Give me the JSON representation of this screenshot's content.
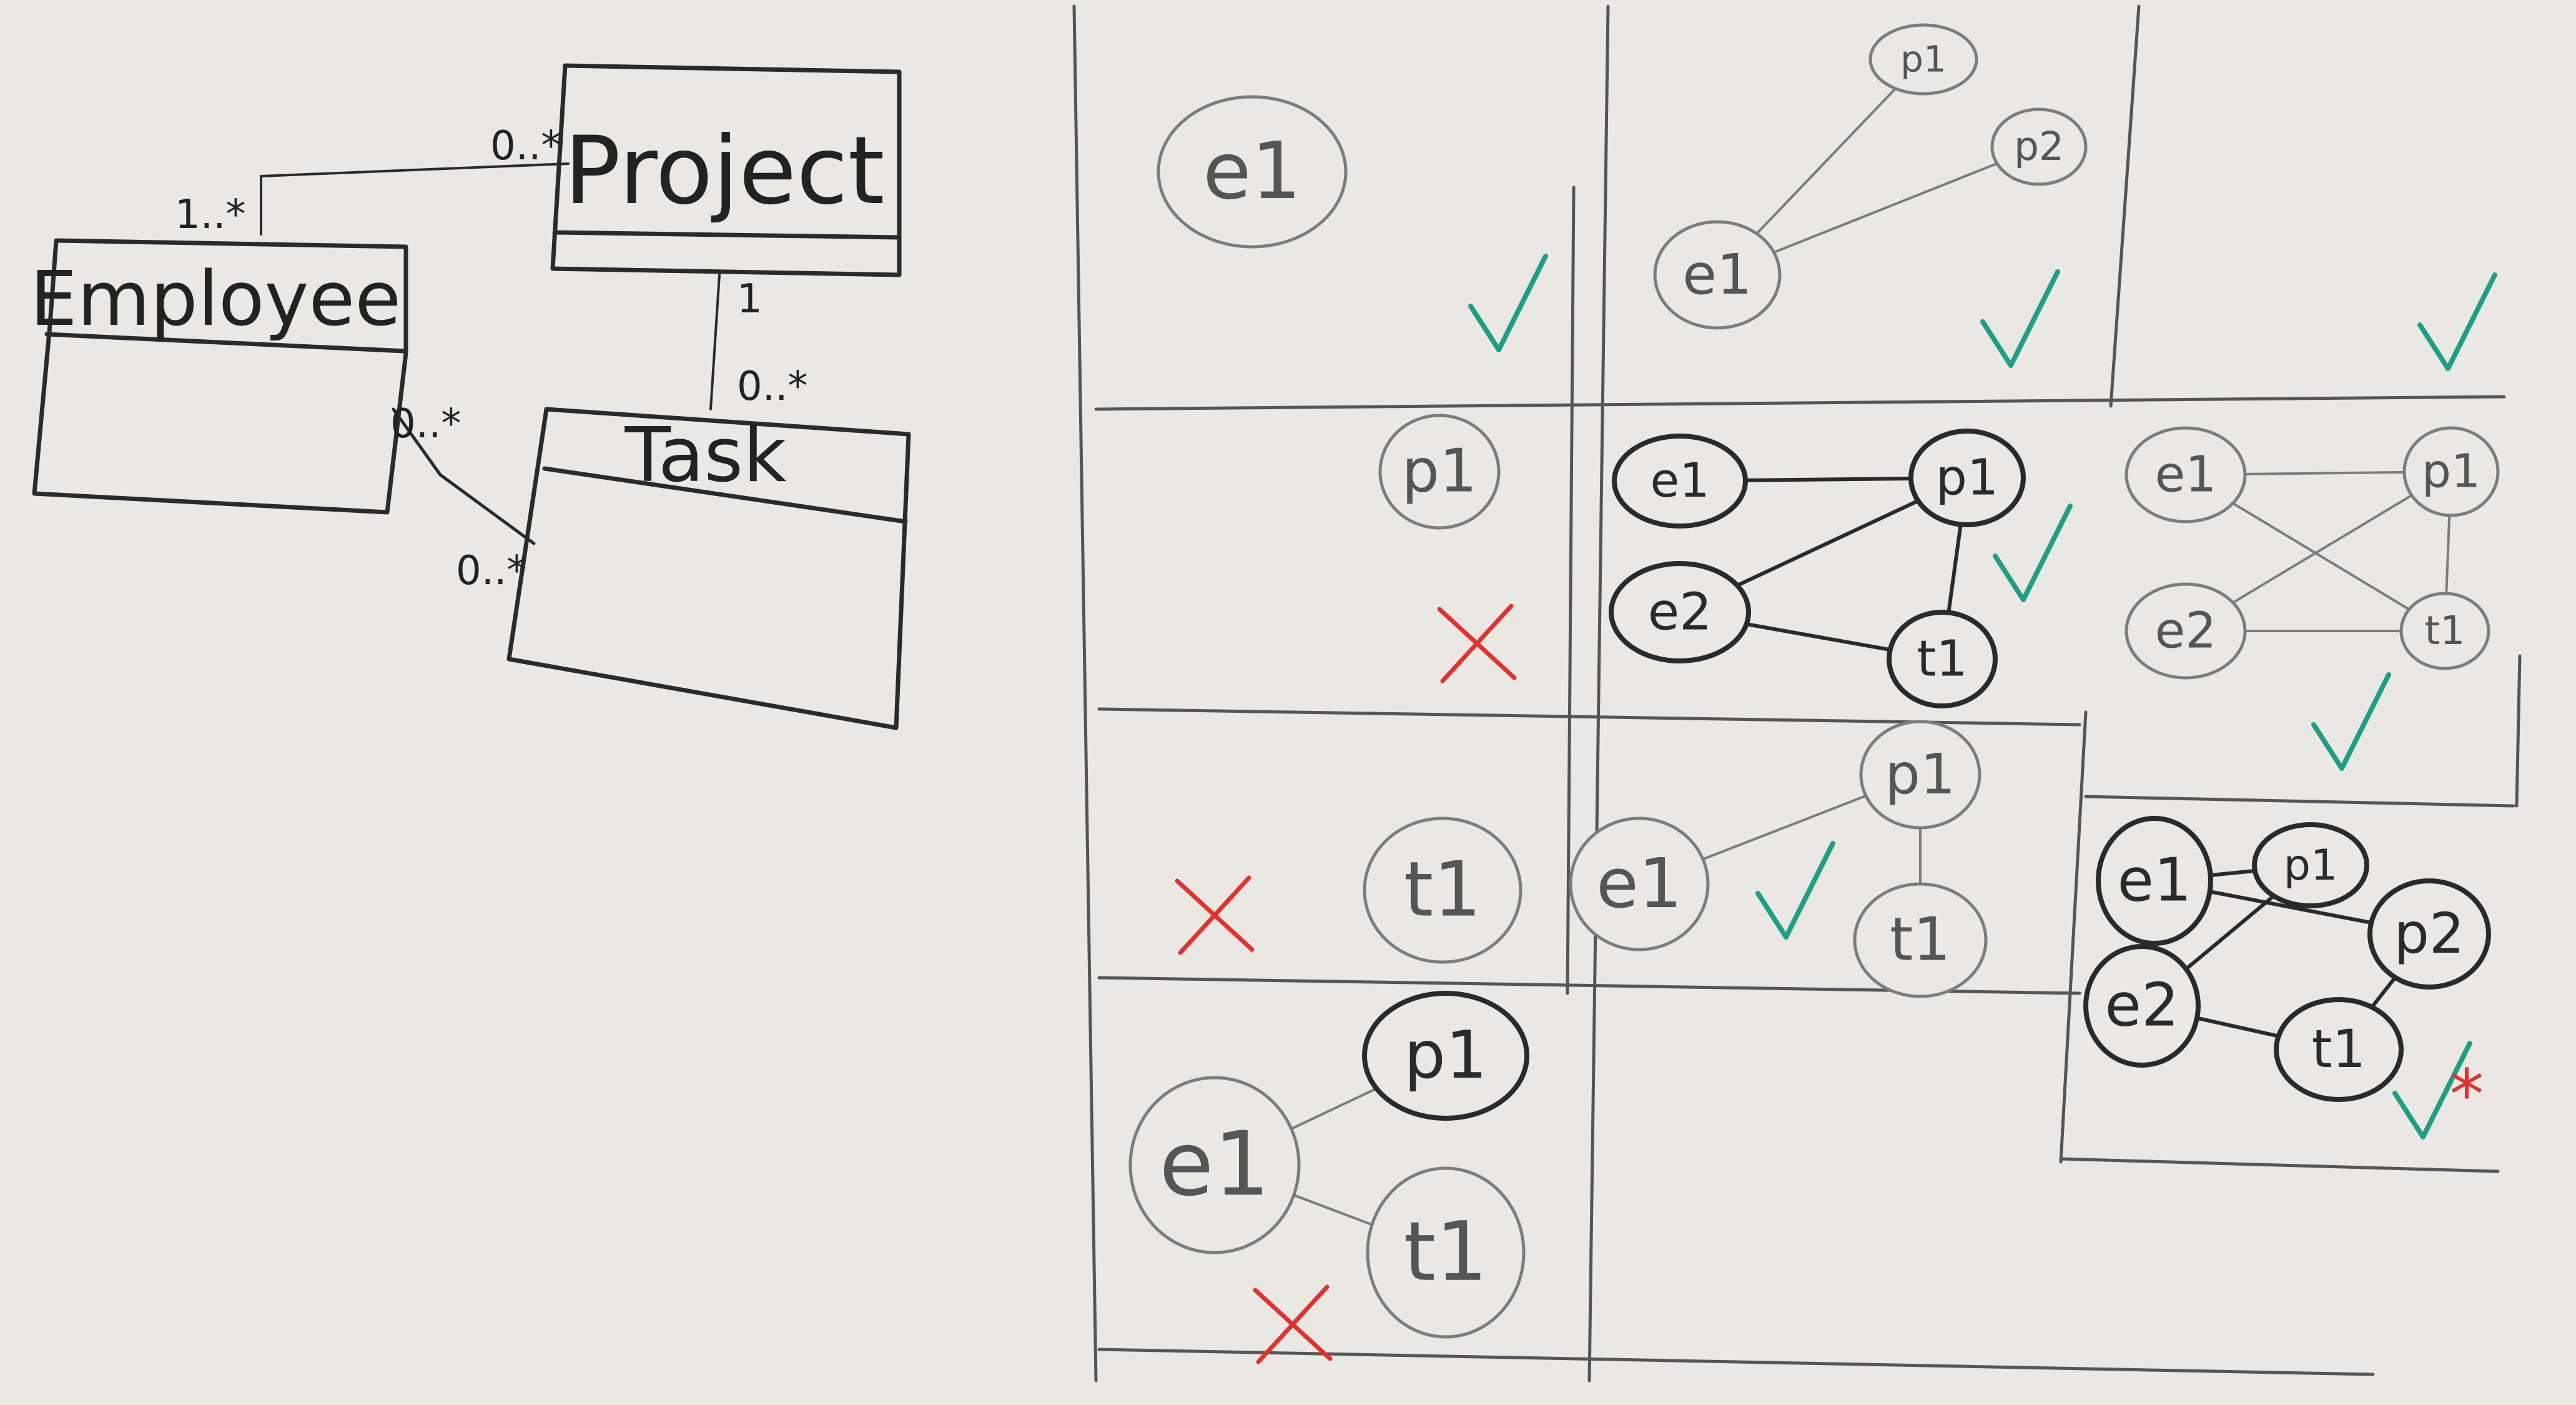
{
  "uml": {
    "classes": [
      {
        "id": "project",
        "name": "Project"
      },
      {
        "id": "employee",
        "name": "Employee"
      },
      {
        "id": "task",
        "name": "Task"
      }
    ],
    "multiplicities": {
      "employee_project_at_employee": "1..*",
      "employee_project_at_project": "0..*",
      "project_task_at_project": "1",
      "project_task_at_task": "0..*",
      "employee_task_at_employee": "0..*",
      "employee_task_at_task": "0..*"
    }
  },
  "instances": [
    {
      "id": "c1",
      "nodes": [
        "e1"
      ],
      "edges": [],
      "verdict": "check"
    },
    {
      "id": "c2",
      "nodes": [
        "e1",
        "p1",
        "p2"
      ],
      "edges": [
        [
          "e1",
          "p1"
        ],
        [
          "e1",
          "p2"
        ]
      ],
      "verdict": "check"
    },
    {
      "id": "c3",
      "nodes": [],
      "edges": [],
      "verdict": "check"
    },
    {
      "id": "c4",
      "nodes": [
        "p1"
      ],
      "edges": [],
      "verdict": "cross"
    },
    {
      "id": "c5",
      "nodes": [
        "e1",
        "e2",
        "p1",
        "t1"
      ],
      "edges": [
        [
          "e1",
          "p1"
        ],
        [
          "e2",
          "p1"
        ],
        [
          "p1",
          "t1"
        ],
        [
          "e2",
          "t1"
        ]
      ],
      "verdict": "check"
    },
    {
      "id": "c6",
      "nodes": [
        "e1",
        "e2",
        "p1",
        "t1"
      ],
      "edges": [
        [
          "e1",
          "p1"
        ],
        [
          "e1",
          "t1"
        ],
        [
          "e2",
          "p1"
        ],
        [
          "e2",
          "t1"
        ],
        [
          "p1",
          "t1"
        ]
      ],
      "verdict": "check"
    },
    {
      "id": "c7",
      "nodes": [
        "t1"
      ],
      "edges": [],
      "verdict": "cross"
    },
    {
      "id": "c8",
      "nodes": [
        "e1",
        "p1",
        "t1"
      ],
      "edges": [
        [
          "e1",
          "p1"
        ],
        [
          "p1",
          "t1"
        ]
      ],
      "verdict": "check"
    },
    {
      "id": "c9",
      "nodes": [
        "e1",
        "e2",
        "p1",
        "p2",
        "t1"
      ],
      "edges": [
        [
          "e1",
          "p1"
        ],
        [
          "e1",
          "p2"
        ],
        [
          "e2",
          "p1"
        ],
        [
          "e2",
          "t1"
        ],
        [
          "p2",
          "t1"
        ]
      ],
      "verdict": "check",
      "note": "*"
    },
    {
      "id": "c10",
      "nodes": [
        "e1",
        "p1",
        "t1"
      ],
      "edges": [
        [
          "e1",
          "p1"
        ],
        [
          "e1",
          "t1"
        ]
      ],
      "verdict": "cross"
    }
  ],
  "colors": {
    "board": "#e9e8e3",
    "ink_faded": "#7c7c7a",
    "ink_dark": "#2a2a2a",
    "check": "#1f9e86",
    "cross": "#e0332f",
    "star": "#e0332f"
  }
}
